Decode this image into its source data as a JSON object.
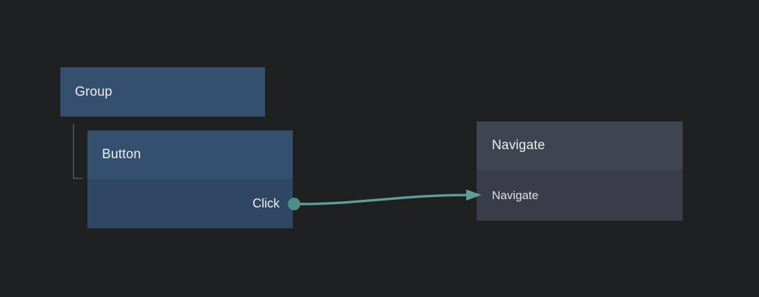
{
  "canvas": {
    "background": "#1F2021"
  },
  "colors": {
    "node_blue_header": "#35506E",
    "node_blue_body": "#2F4765",
    "node_gray_header": "#404450",
    "node_gray_body": "#3A3D49",
    "tree_line": "#4A4B4D",
    "connection": "#5F9E99",
    "port_dot": "#4F8D88",
    "text_primary": "#ECEFF2",
    "text_secondary": "#DDE1E5"
  },
  "nodes": {
    "group": {
      "title": "Group"
    },
    "button": {
      "title": "Button",
      "output_label": "Click"
    },
    "navigate": {
      "title": "Navigate",
      "action_label": "Navigate"
    }
  }
}
